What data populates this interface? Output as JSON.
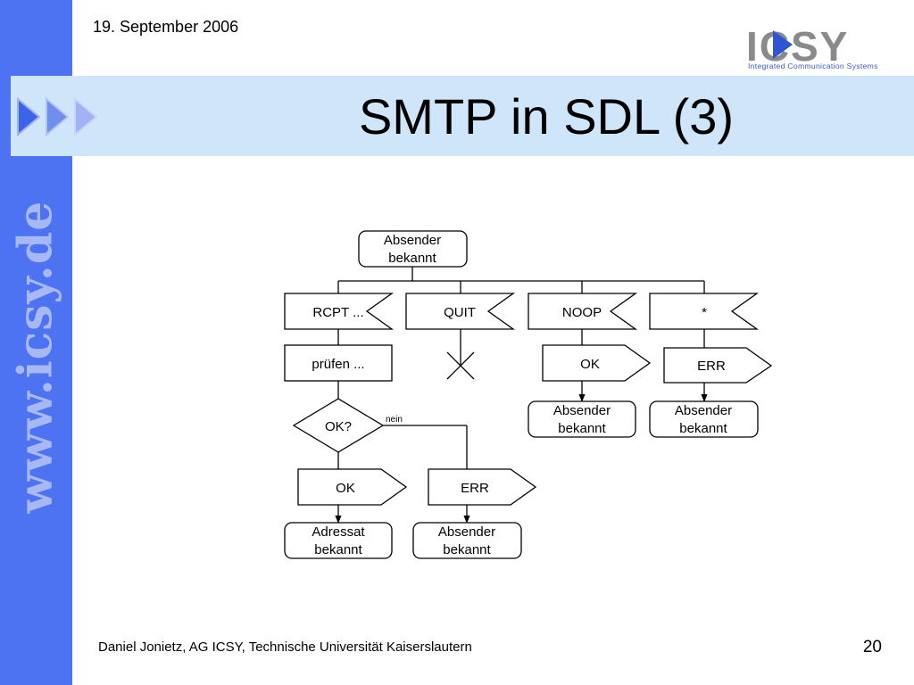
{
  "slide": {
    "date": "19. September 2006",
    "title": "SMTP in SDL (3)",
    "sidebar_url": "www.icsy.de",
    "logo_text": "ICSY",
    "logo_subtitle": "Integrated Communication Systems",
    "footer": "Daniel Jonietz, AG ICSY, Technische Universität Kaiserslautern",
    "page_number": "20"
  },
  "diagram": {
    "top_state": [
      "Absender",
      "bekannt"
    ],
    "inputs": {
      "rcpt": "RCPT ...",
      "quit": "QUIT",
      "noop": "NOOP",
      "star": "*"
    },
    "task_pruefen": "prüfen ...",
    "decision": "OK?",
    "decision_no_label": "nein",
    "outputs": {
      "noop_ok": "OK",
      "star_err": "ERR",
      "rcpt_ok": "OK",
      "rcpt_err": "ERR"
    },
    "states": {
      "noop_next": [
        "Absender",
        "bekannt"
      ],
      "star_next": [
        "Absender",
        "bekannt"
      ],
      "ok_next": [
        "Adressat",
        "bekannt"
      ],
      "err_next": [
        "Absender",
        "bekannt"
      ]
    }
  }
}
